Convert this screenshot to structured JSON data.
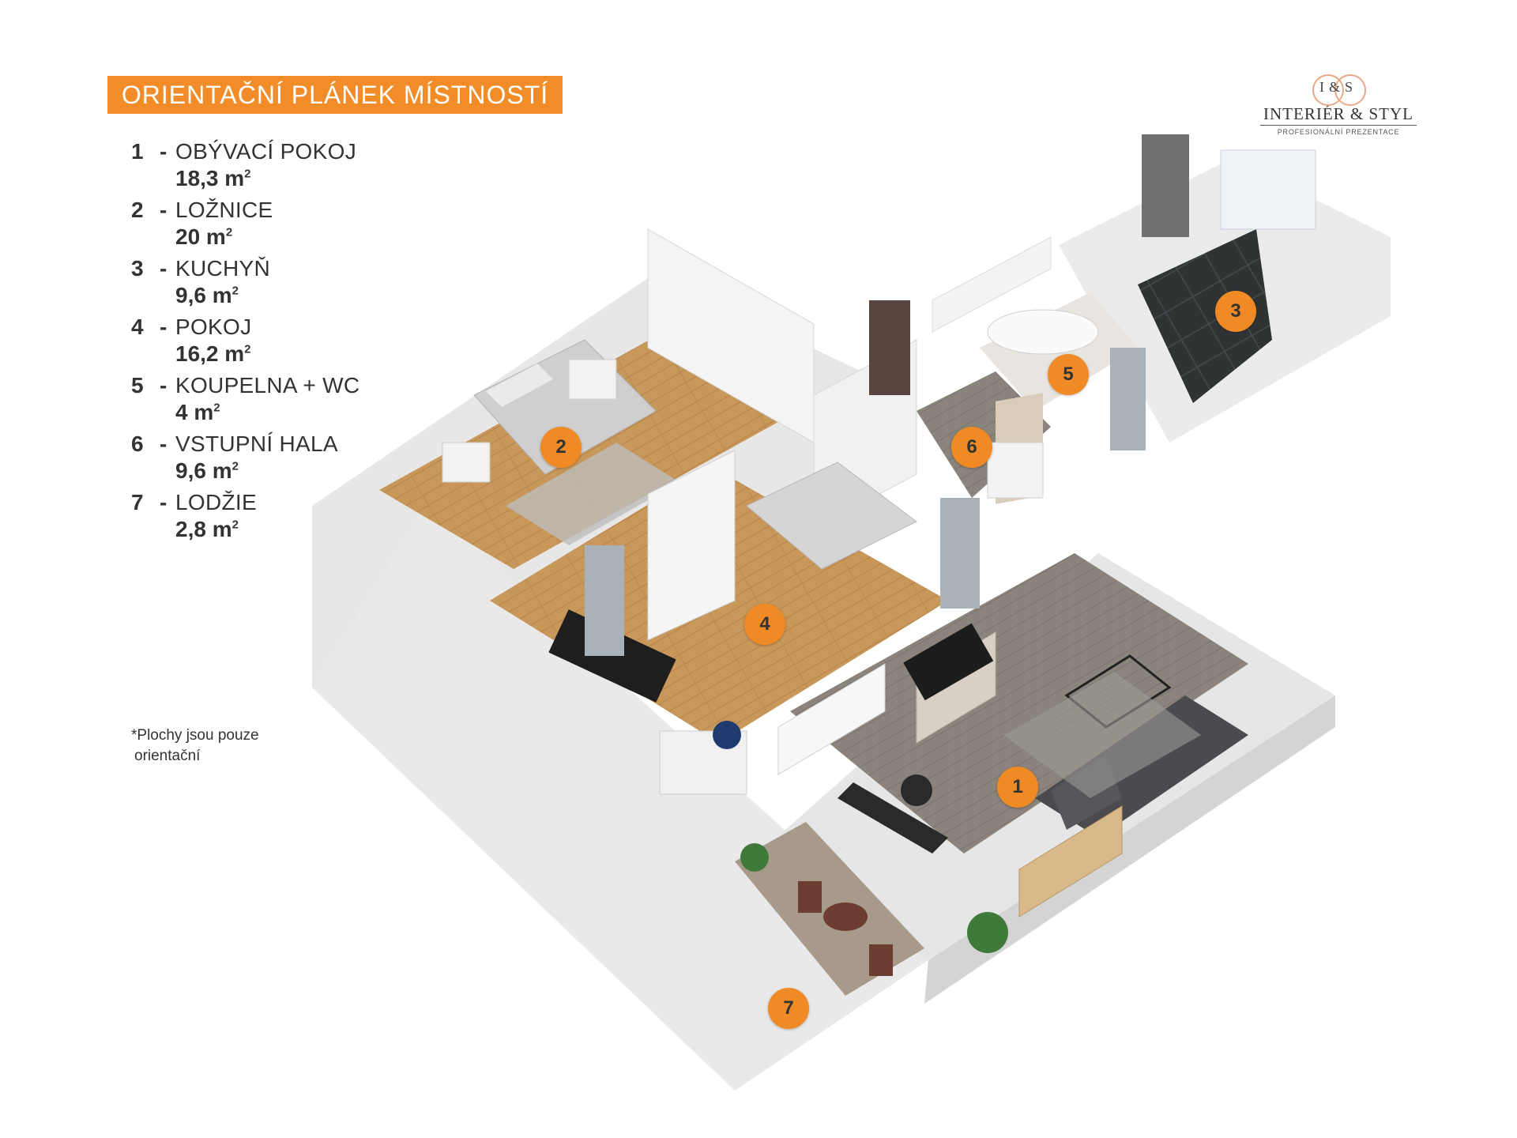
{
  "title": "ORIENTAČNÍ PLÁNEK MÍSTNOSTÍ",
  "logo": {
    "monogram": "I&S",
    "name": "INTERIÉR & STYL",
    "tagline": "PROFESIONÁLNÍ PREZENTACE"
  },
  "rooms": [
    {
      "number": "1",
      "name": "OBÝVACÍ POKOJ",
      "area": "18,3 m",
      "unit_sup": "2"
    },
    {
      "number": "2",
      "name": "LOŽNICE",
      "area": "20 m",
      "unit_sup": "2"
    },
    {
      "number": "3",
      "name": "KUCHYŇ",
      "area": "9,6 m",
      "unit_sup": "2"
    },
    {
      "number": "4",
      "name": "POKOJ",
      "area": "16,2 m",
      "unit_sup": "2"
    },
    {
      "number": "5",
      "name": "KOUPELNA + WC",
      "area": "4 m",
      "unit_sup": "2"
    },
    {
      "number": "6",
      "name": "VSTUPNÍ HALA",
      "area": "9,6 m",
      "unit_sup": "2"
    },
    {
      "number": "7",
      "name": "LODŽIE",
      "area": "2,8 m",
      "unit_sup": "2"
    }
  ],
  "footnote": {
    "line1": "*Plochy jsou pouze",
    "line2": "orientační"
  },
  "colors": {
    "accent": "#f28c28",
    "badge": "#f08a24",
    "wall": "#e4e4e4",
    "wood_floor": "#c8975a",
    "gray_floor": "#8a847c",
    "tile_floor": "#2f3334"
  }
}
